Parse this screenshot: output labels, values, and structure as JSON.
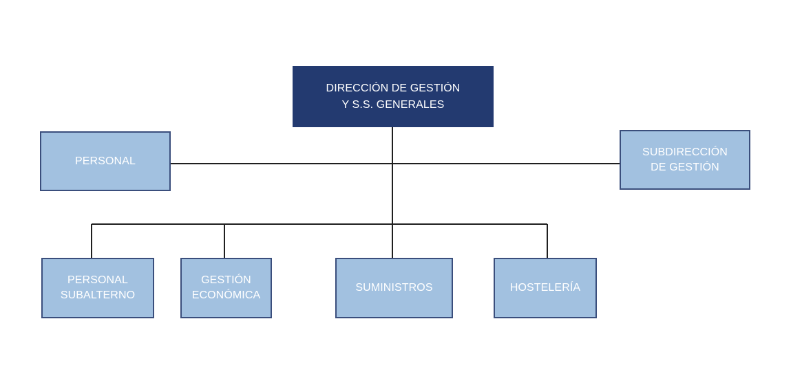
{
  "org_chart": {
    "root": {
      "label": "DIRECCIÓN DE GESTIÓN\nY S.S. GENERALES",
      "color": "#233a70"
    },
    "staff_left": {
      "label": "PERSONAL",
      "color": "#a2c1e0"
    },
    "staff_right": {
      "label": "SUBDIRECCIÓN\nDE GESTIÓN",
      "color": "#a2c1e0"
    },
    "departments": [
      {
        "label": "PERSONAL\nSUBALTERNO"
      },
      {
        "label": "GESTIÓN\nECONÓMICA"
      },
      {
        "label": "SUMINISTROS"
      },
      {
        "label": "HOSTELERÍA"
      }
    ],
    "department_color": "#a2c1e0",
    "border_color": "#3a4e7c",
    "line_color": "#1f1f1f"
  }
}
